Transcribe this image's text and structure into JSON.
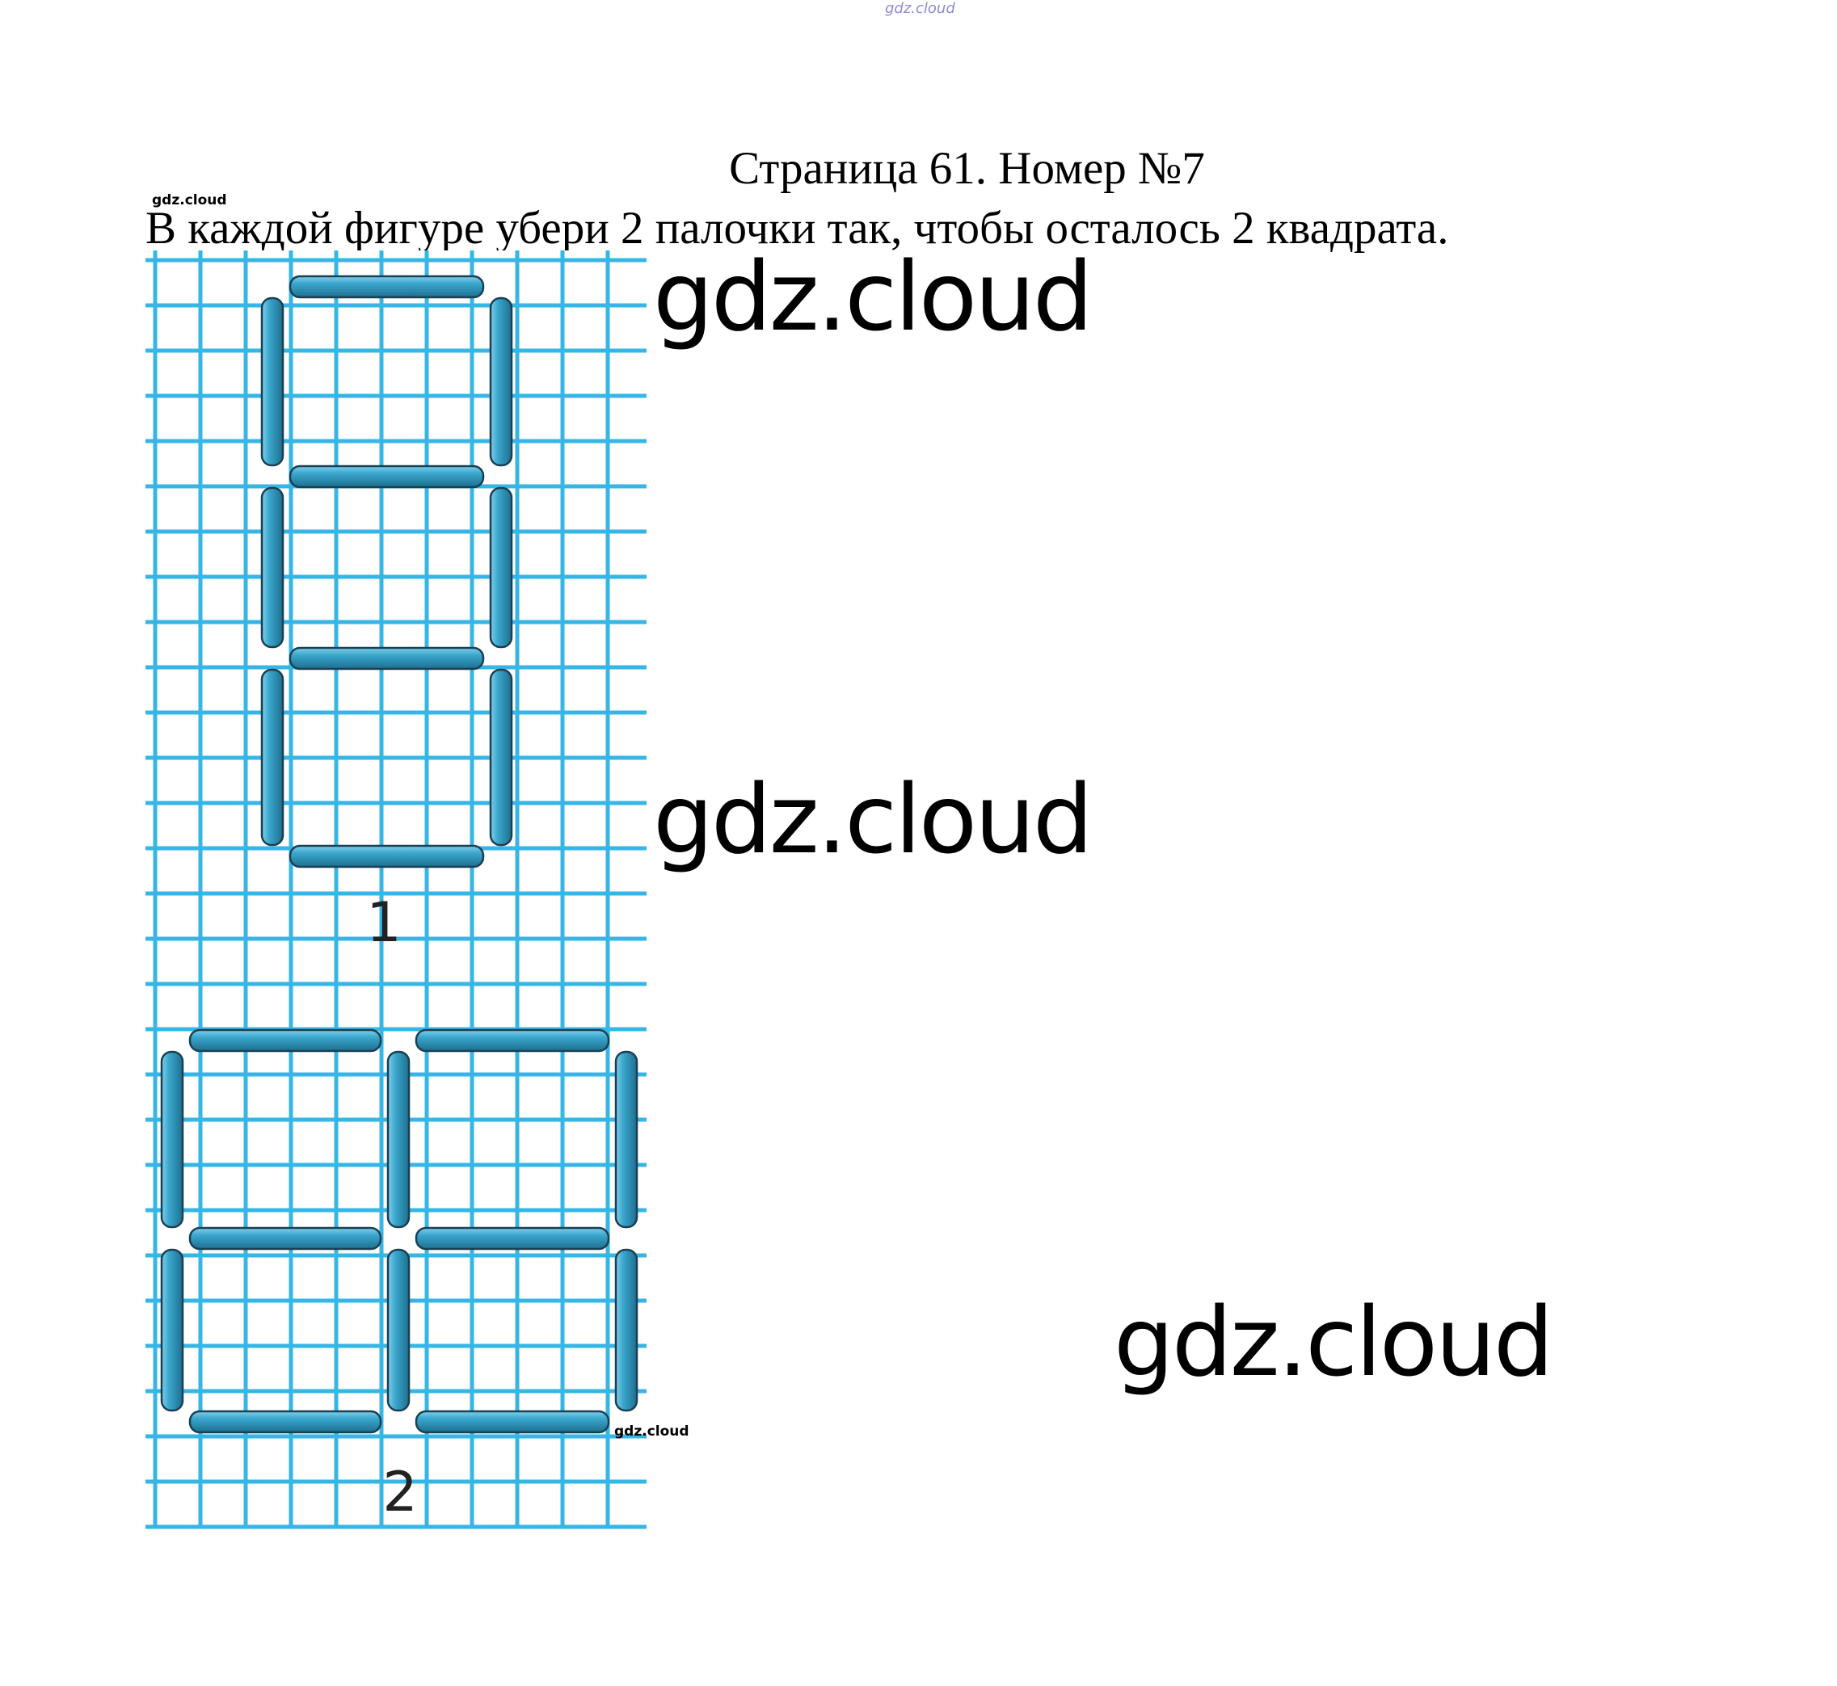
{
  "watermarks": {
    "top": "gdz.cloud",
    "small_left": "gdz.cloud",
    "small_bottom": "gdz.cloud",
    "big_1": "gdz.cloud",
    "big_2": "gdz.cloud",
    "big_3": "gdz.cloud"
  },
  "heading": {
    "title": "Страница 61. Номер №7",
    "task": "В каждой фигуре убери 2 палочки так, чтобы осталось 2 квадрата."
  },
  "figures": [
    {
      "label": "1"
    },
    {
      "label": "2"
    }
  ],
  "colors": {
    "grid": "#36b6e6",
    "stick_fill": "#3aa6cc",
    "stick_outline": "#1b3f52"
  }
}
